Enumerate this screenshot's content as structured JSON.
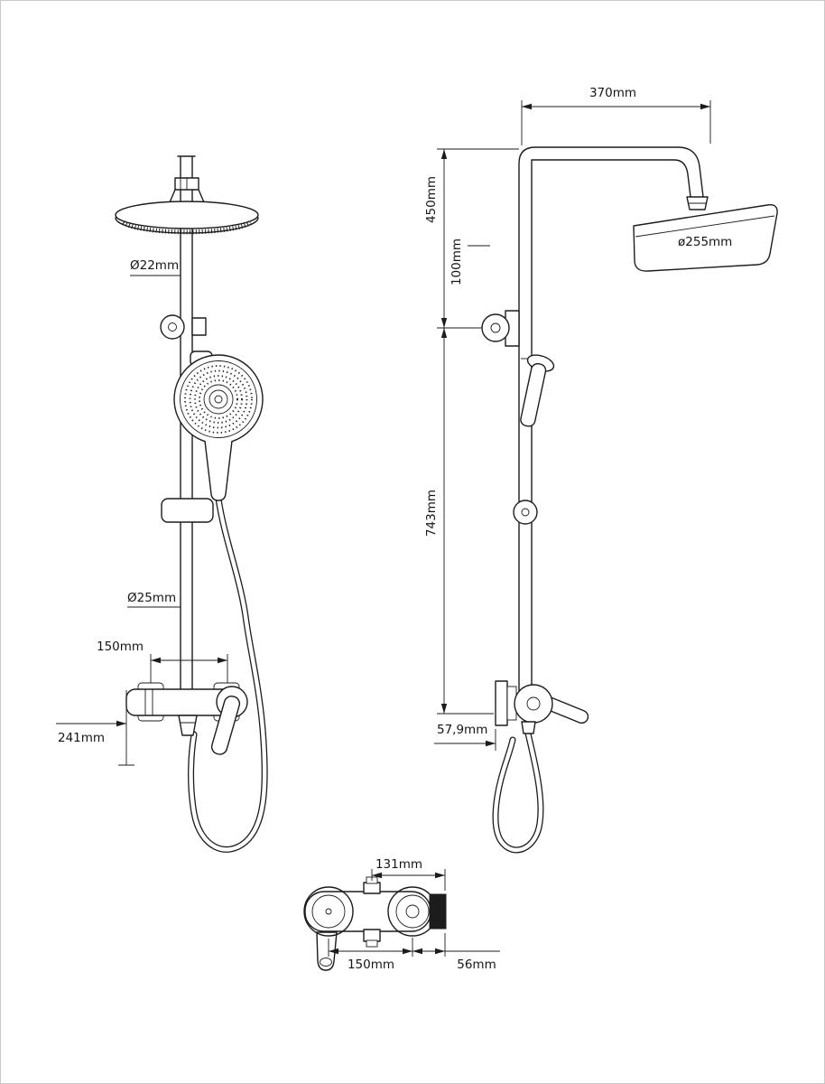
{
  "colors": {
    "line": "#1c1c1c",
    "background": "#ffffff"
  },
  "views": {
    "front": {
      "dims": {
        "pipe_diameter": "Ø22mm",
        "hose_diameter": "Ø25mm",
        "inlet_spacing": "150mm",
        "mixer_width": "241mm"
      }
    },
    "side": {
      "dims": {
        "arm_length": "370mm",
        "top_height": "450mm",
        "offset": "100mm",
        "head_diameter": "ø255mm",
        "bottom_height": "743mm",
        "wall_depth": "57,9mm"
      }
    },
    "top": {
      "dims": {
        "outlet_offset": "131mm",
        "inlet_spacing": "150mm",
        "depth": "56mm"
      }
    }
  }
}
